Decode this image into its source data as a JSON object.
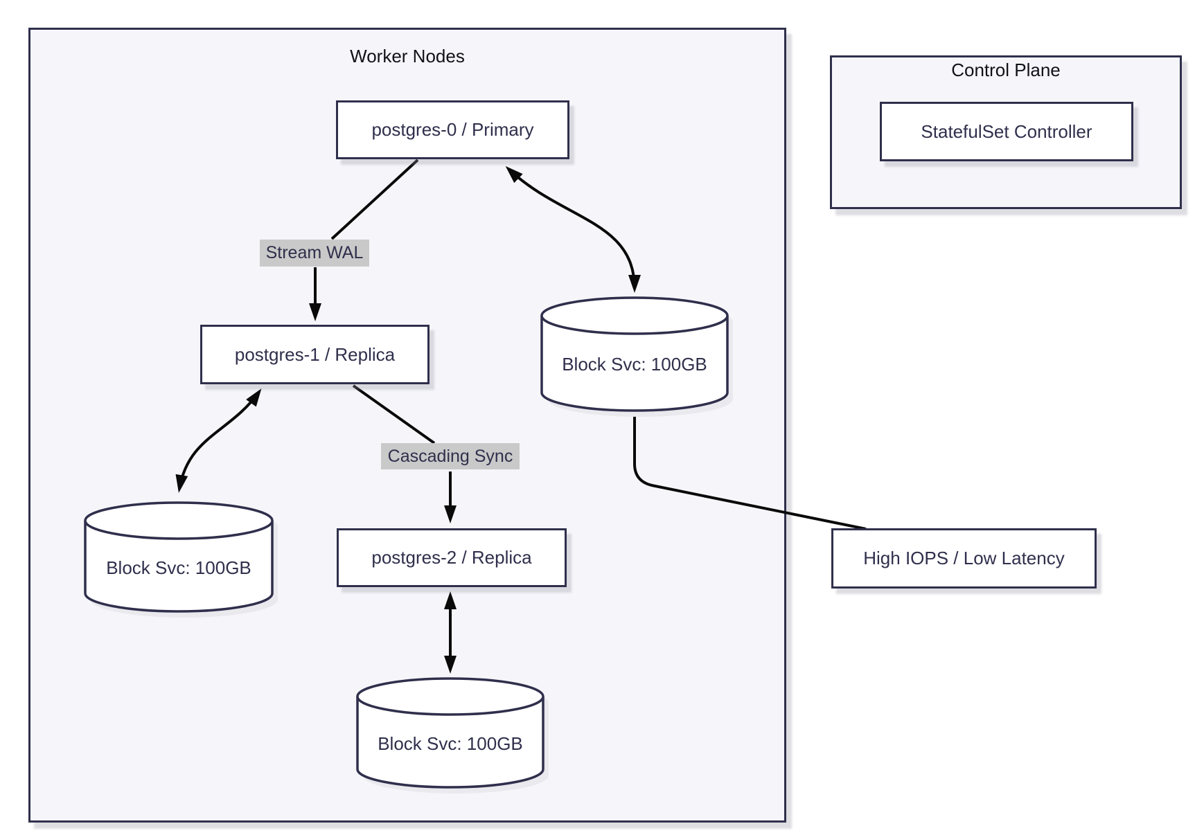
{
  "diagram": {
    "worker_nodes": {
      "title": "Worker Nodes",
      "postgres0_label": "postgres-0 / Primary",
      "postgres1_label": "postgres-1 / Replica",
      "postgres2_label": "postgres-2 / Replica",
      "disk_right_label": "Block Svc: 100GB",
      "disk_left_label": "Block Svc: 100GB",
      "disk_bottom_label": "Block Svc: 100GB",
      "edge_labels": {
        "stream_wal": "Stream WAL",
        "cascading_sync": "Cascading Sync"
      }
    },
    "control_plane": {
      "title": "Control Plane",
      "controller_label": "StatefulSet Controller"
    },
    "annotations": {
      "high_iops_label": "High IOPS / Low Latency"
    }
  },
  "colors": {
    "box_border": "#2f2f4c",
    "node_text": "#2f2f4c",
    "connector": "#0a0a0a",
    "container_fill": "#f6f6fa",
    "node_fill": "#ffffff",
    "edge_label_fill": "#c9c9c9"
  }
}
